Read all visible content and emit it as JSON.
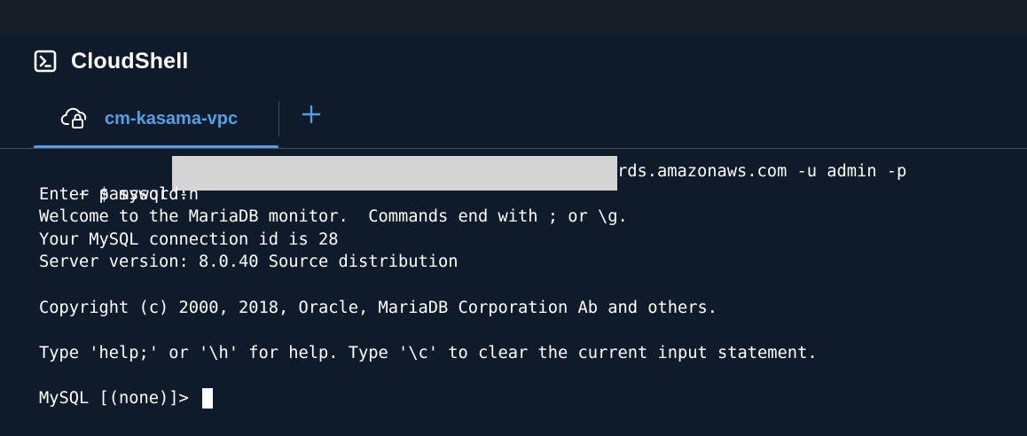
{
  "app": {
    "title": "CloudShell",
    "icon": "terminal-prompt-icon"
  },
  "tabs": [
    {
      "label": "cm-kasama-vpc",
      "icon": "cloud-lock-icon",
      "active": true
    }
  ],
  "add_tab_icon": "plus-icon",
  "terminal": {
    "prompt": "~ $ mysql -h",
    "command_suffix": "rds.amazonaws.com -u admin -p",
    "lines": [
      "Enter password:",
      "Welcome to the MariaDB monitor.  Commands end with ; or \\g.",
      "Your MySQL connection id is 28",
      "Server version: 8.0.40 Source distribution",
      "Copyright (c) 2000, 2018, Oracle, MariaDB Corporation Ab and others.",
      "Type 'help;' or '\\h' for help. Type '\\c' to clear the current input statement.",
      "MySQL [(none)]>"
    ]
  },
  "colors": {
    "background": "#0f1b2a",
    "topbar": "#161d26",
    "accent": "#539fe5",
    "divider": "#414d5c",
    "redaction": "#d4d4d4"
  }
}
